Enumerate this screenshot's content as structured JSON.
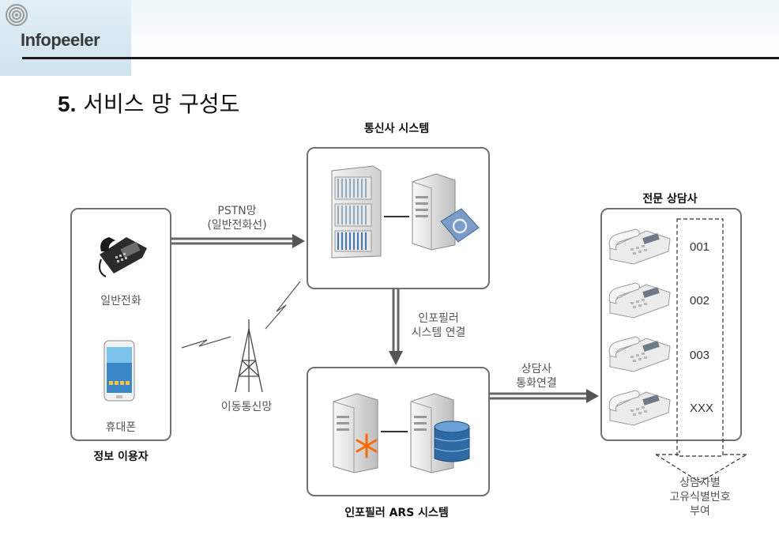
{
  "header": {
    "logo_text": "Infopeeler"
  },
  "title": {
    "number": "5.",
    "text": "서비스 망 구성도"
  },
  "carrier": {
    "title": "통신사 시스템"
  },
  "user": {
    "title": "정보 이용자",
    "landline_label": "일반전화",
    "mobile_label": "휴대폰"
  },
  "network": {
    "pstn_line1": "PSTN망",
    "pstn_line2": "(일반전화선)",
    "mobile_label": "이동통신망"
  },
  "link": {
    "line1": "인포필러",
    "line2": "시스템 연결"
  },
  "ars": {
    "title": "인포필러 ARS 시스템"
  },
  "call": {
    "line1": "상담사",
    "line2": "통화연결"
  },
  "counselor": {
    "title": "전문 상담사",
    "ids": [
      "001",
      "002",
      "003",
      "XXX"
    ]
  },
  "id_note": {
    "line1": "상담자별",
    "line2": "고유식별번호",
    "line3": "부여"
  },
  "colors": {
    "border": "#707070",
    "arrow": "#666666",
    "rule": "#1b1b1b",
    "logo_bg": "#cfe3ee",
    "asterisk": "#ff6a00",
    "db": "#2f6aa5"
  }
}
